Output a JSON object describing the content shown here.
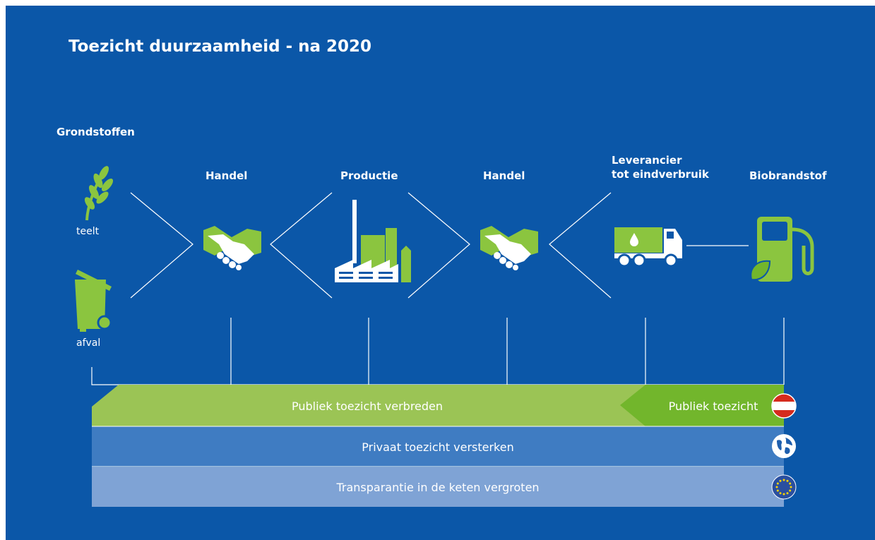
{
  "title": "Toezicht duurzaamheid - na 2020",
  "headers": {
    "grondstoffen": "Grondstoffen",
    "handel1": "Handel",
    "productie": "Productie",
    "handel2": "Handel",
    "leverancier_line1": "Leverancier",
    "leverancier_line2": "tot eindverbruik",
    "biobrandstof": "Biobrandstof"
  },
  "labels": {
    "teelt": "teelt",
    "afval": "afval"
  },
  "bars": {
    "publiek_verbreden": "Publiek toezicht verbreden",
    "publiek": "Publiek toezicht",
    "privaat": "Privaat toezicht versterken",
    "transparantie": "Transparantie in de keten vergroten"
  },
  "colors": {
    "background": "#0b57a8",
    "green_light": "#9bc455",
    "green": "#72b62c",
    "blue_mid": "#3f7cc2",
    "blue_light": "#7fa3d5",
    "icon_green": "#8bc53f"
  },
  "icons": [
    "wheat-icon",
    "bin-icon",
    "handshake-icon",
    "factory-icon",
    "truck-icon",
    "fuel-pump-icon",
    "netherlands-flag-icon",
    "globe-icon",
    "eu-flag-icon"
  ]
}
